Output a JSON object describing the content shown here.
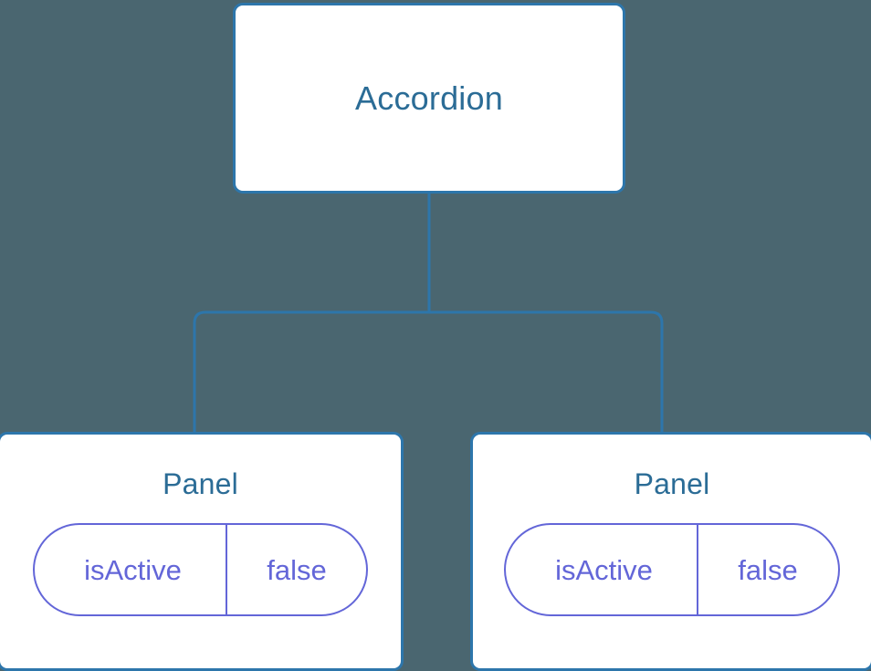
{
  "diagram": {
    "type": "component-tree",
    "background_color": "#4a6670",
    "node_border_color": "#2d76ab",
    "node_title_color": "#2b6c96",
    "pill_color": "#6366d8",
    "connector_color": "#2d76ab",
    "root": {
      "title": "Accordion"
    },
    "children": [
      {
        "title": "Panel",
        "state": {
          "key": "isActive",
          "value": "false"
        }
      },
      {
        "title": "Panel",
        "state": {
          "key": "isActive",
          "value": "false"
        }
      }
    ]
  }
}
